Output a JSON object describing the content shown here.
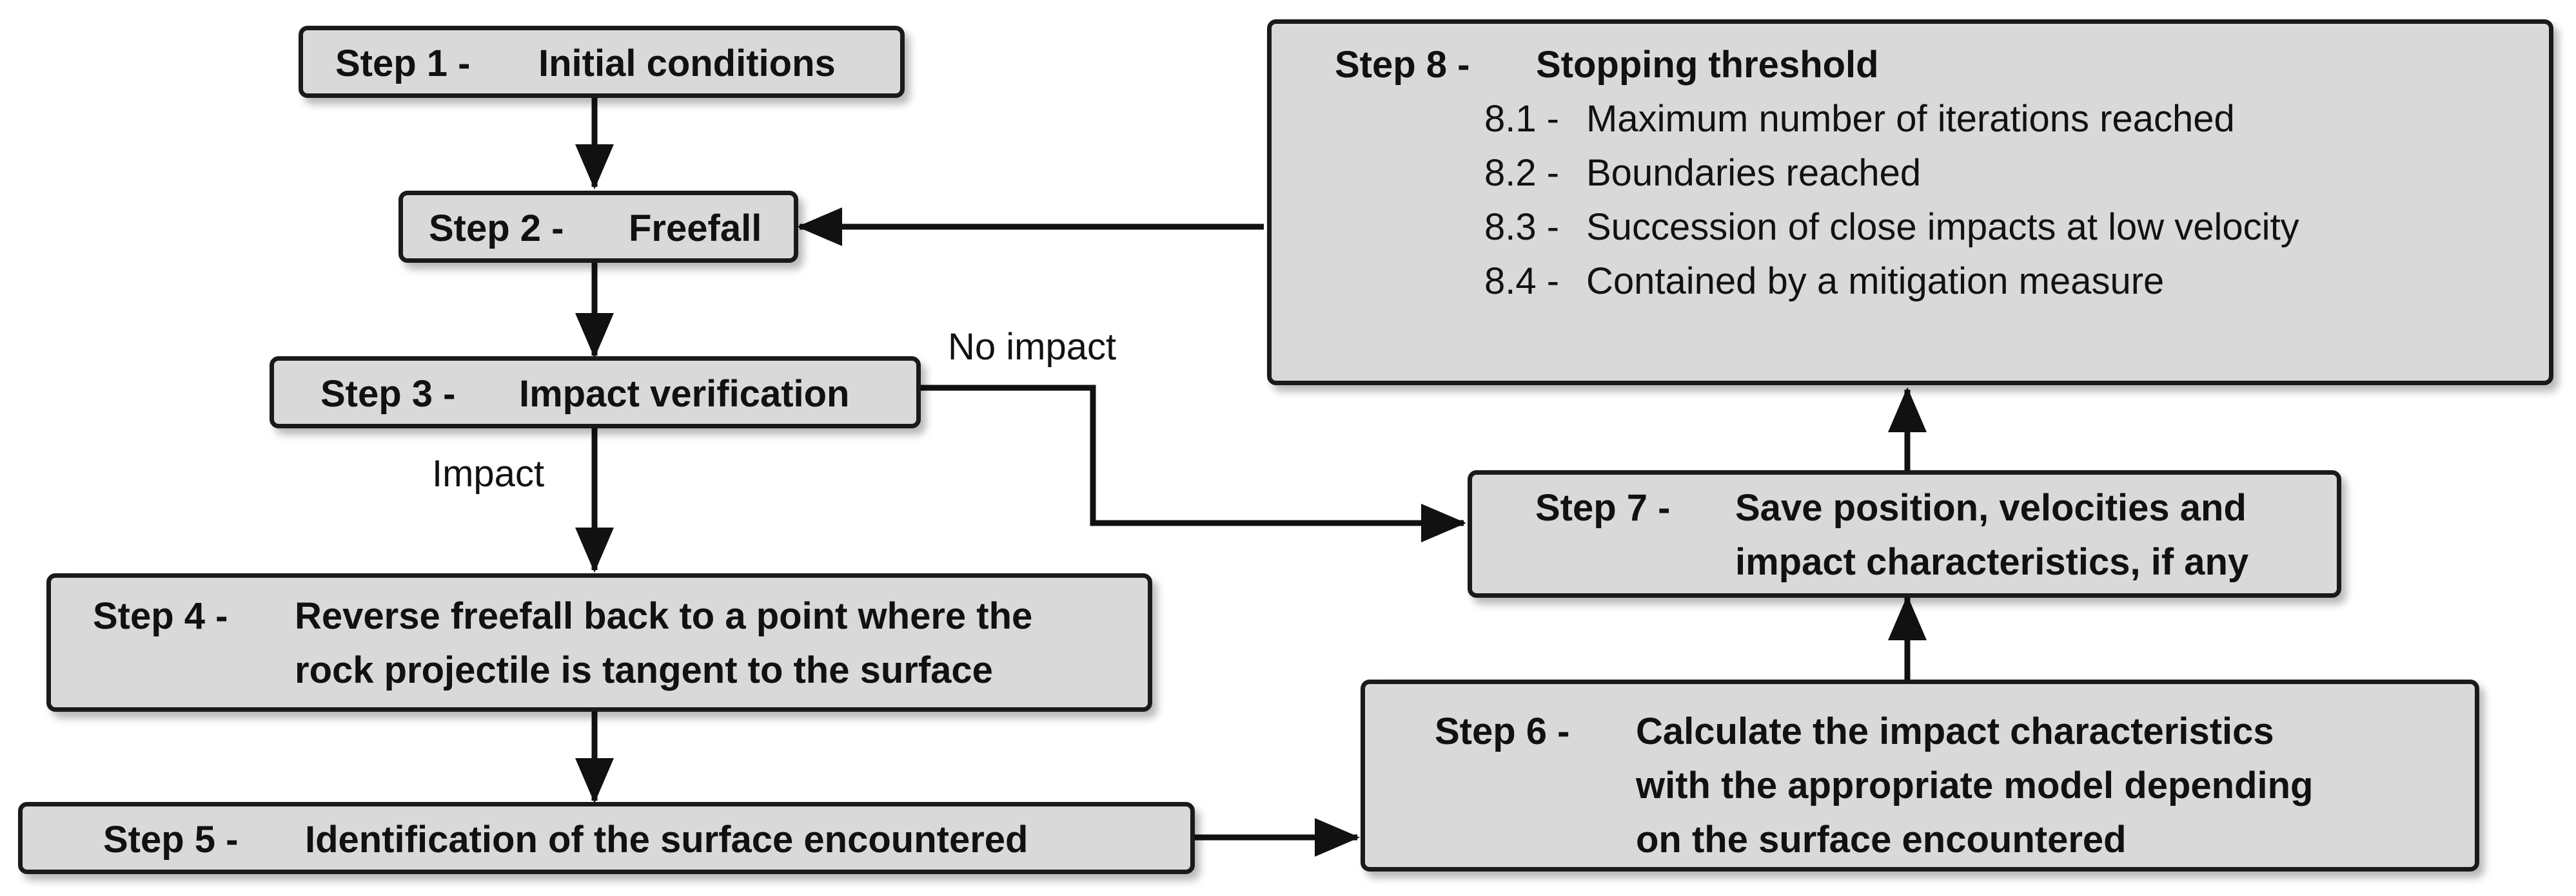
{
  "diagram": {
    "steps": {
      "s1": {
        "num": "Step 1 -",
        "text": "Initial conditions"
      },
      "s2": {
        "num": "Step 2 -",
        "text": "Freefall"
      },
      "s3": {
        "num": "Step 3 -",
        "text": "Impact verification"
      },
      "s4": {
        "num": "Step 4 -",
        "line1": "Reverse freefall back to a point where the",
        "line2": "rock projectile is tangent to the surface"
      },
      "s5": {
        "num": "Step 5 -",
        "text": "Identification of the surface encountered"
      },
      "s6": {
        "num": "Step 6 -",
        "line1": "Calculate the impact characteristics",
        "line2": "with the appropriate model depending",
        "line3": "on the surface encountered"
      },
      "s7": {
        "num": "Step 7 -",
        "line1": "Save position, velocities and",
        "line2": "impact characteristics, if any"
      },
      "s8": {
        "num": "Step 8 -",
        "text": "Stopping threshold",
        "items": [
          {
            "num": "8.1 -",
            "text": "Maximum number of iterations reached"
          },
          {
            "num": "8.2 -",
            "text": "Boundaries reached"
          },
          {
            "num": "8.3 -",
            "text": "Succession of close impacts at low velocity"
          },
          {
            "num": "8.4 -",
            "text": "Contained by a mitigation measure"
          }
        ]
      }
    },
    "edges": {
      "no_impact": "No impact",
      "impact": "Impact"
    }
  }
}
